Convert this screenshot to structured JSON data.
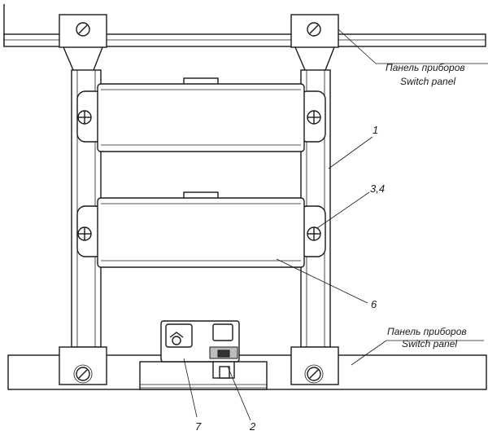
{
  "labels": {
    "top_panel_ru": "Панель приборов",
    "top_panel_en": "Switch panel",
    "bottom_panel_ru": "Панель приборов",
    "bottom_panel_en": "Switch panel",
    "callout_1": "1",
    "callout_34": "3,4",
    "callout_6": "6",
    "callout_7": "7",
    "callout_2": "2"
  }
}
